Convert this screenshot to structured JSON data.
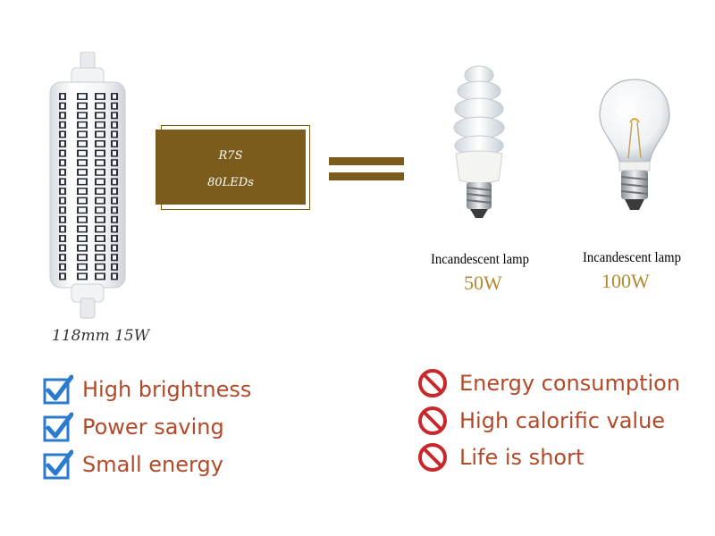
{
  "led_product": {
    "size_label": "118mm 15W"
  },
  "spec_box": {
    "line1": "R7S",
    "line2": "80LEDs"
  },
  "equivalents": [
    {
      "caption": "Incandescent lamp",
      "watt": "50W"
    },
    {
      "caption": "Incandescent lamp",
      "watt": "100W"
    }
  ],
  "advantages": [
    {
      "label": "High brightness",
      "icon": "checkbox-check-icon"
    },
    {
      "label": "Power saving",
      "icon": "checkbox-check-icon"
    },
    {
      "label": "Small energy",
      "icon": "checkbox-check-icon"
    }
  ],
  "disadvantages": [
    {
      "label": "Energy consumption",
      "icon": "prohibited-icon"
    },
    {
      "label": "High calorific value",
      "icon": "prohibited-icon"
    },
    {
      "label": "Life is short",
      "icon": "prohibited-icon"
    }
  ],
  "colors": {
    "brown": "#7b5c1d",
    "gold": "#b08a2e",
    "blue": "#2a7ad0",
    "red": "#c8282c",
    "text_red": "#b24a2a"
  }
}
